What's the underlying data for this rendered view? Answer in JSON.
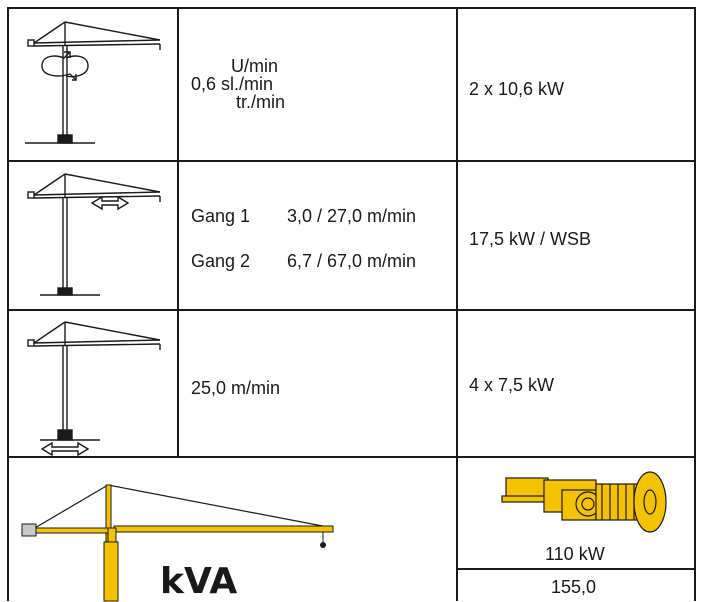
{
  "rows": [
    {
      "speed_lines": [
        "U/min",
        "0,6 sl./min",
        "tr./min"
      ],
      "power": "2 x 10,6 kW"
    },
    {
      "gears": [
        {
          "label": "Gang 1",
          "speed": "3,0 / 27,0 m/min"
        },
        {
          "label": "Gang 2",
          "speed": "6,7 / 67,0 m/min"
        }
      ],
      "power": "17,5 kW / WSB"
    },
    {
      "speed": "25,0 m/min",
      "power": "4 x 7,5 kW"
    }
  ],
  "generator": {
    "kva_label": "kVA",
    "power_kw": "110 kW",
    "value_kva": "155,0"
  },
  "colors": {
    "crane_yellow": "#f5c200",
    "ink": "#1a1a1a"
  }
}
